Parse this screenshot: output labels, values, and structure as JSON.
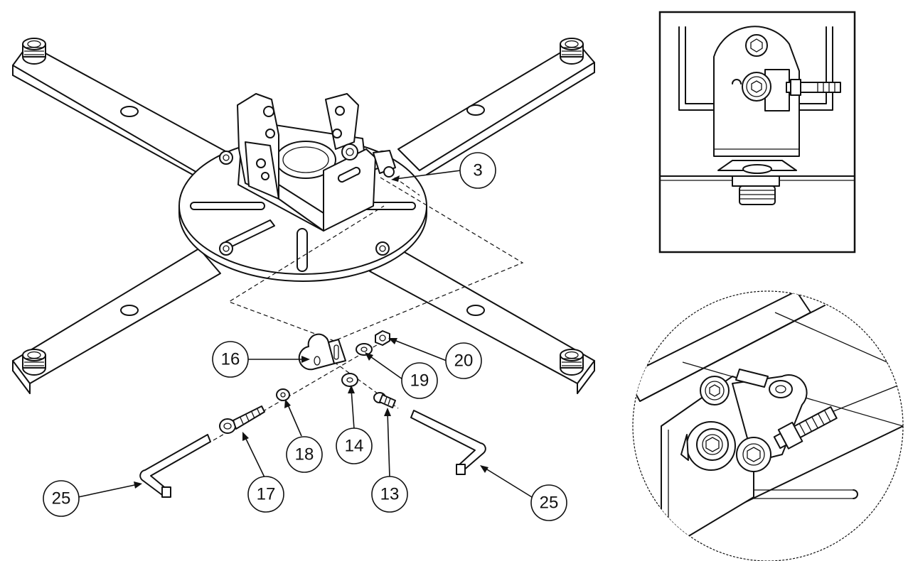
{
  "callouts": {
    "c3": "3",
    "c13": "13",
    "c14": "14",
    "c16": "16",
    "c17": "17",
    "c18": "18",
    "c19": "19",
    "c20": "20",
    "c25_left": "25",
    "c25_right": "25"
  },
  "details": {
    "top_right": "bracket-side-view",
    "bottom_right": "magnified-fastener-view"
  }
}
